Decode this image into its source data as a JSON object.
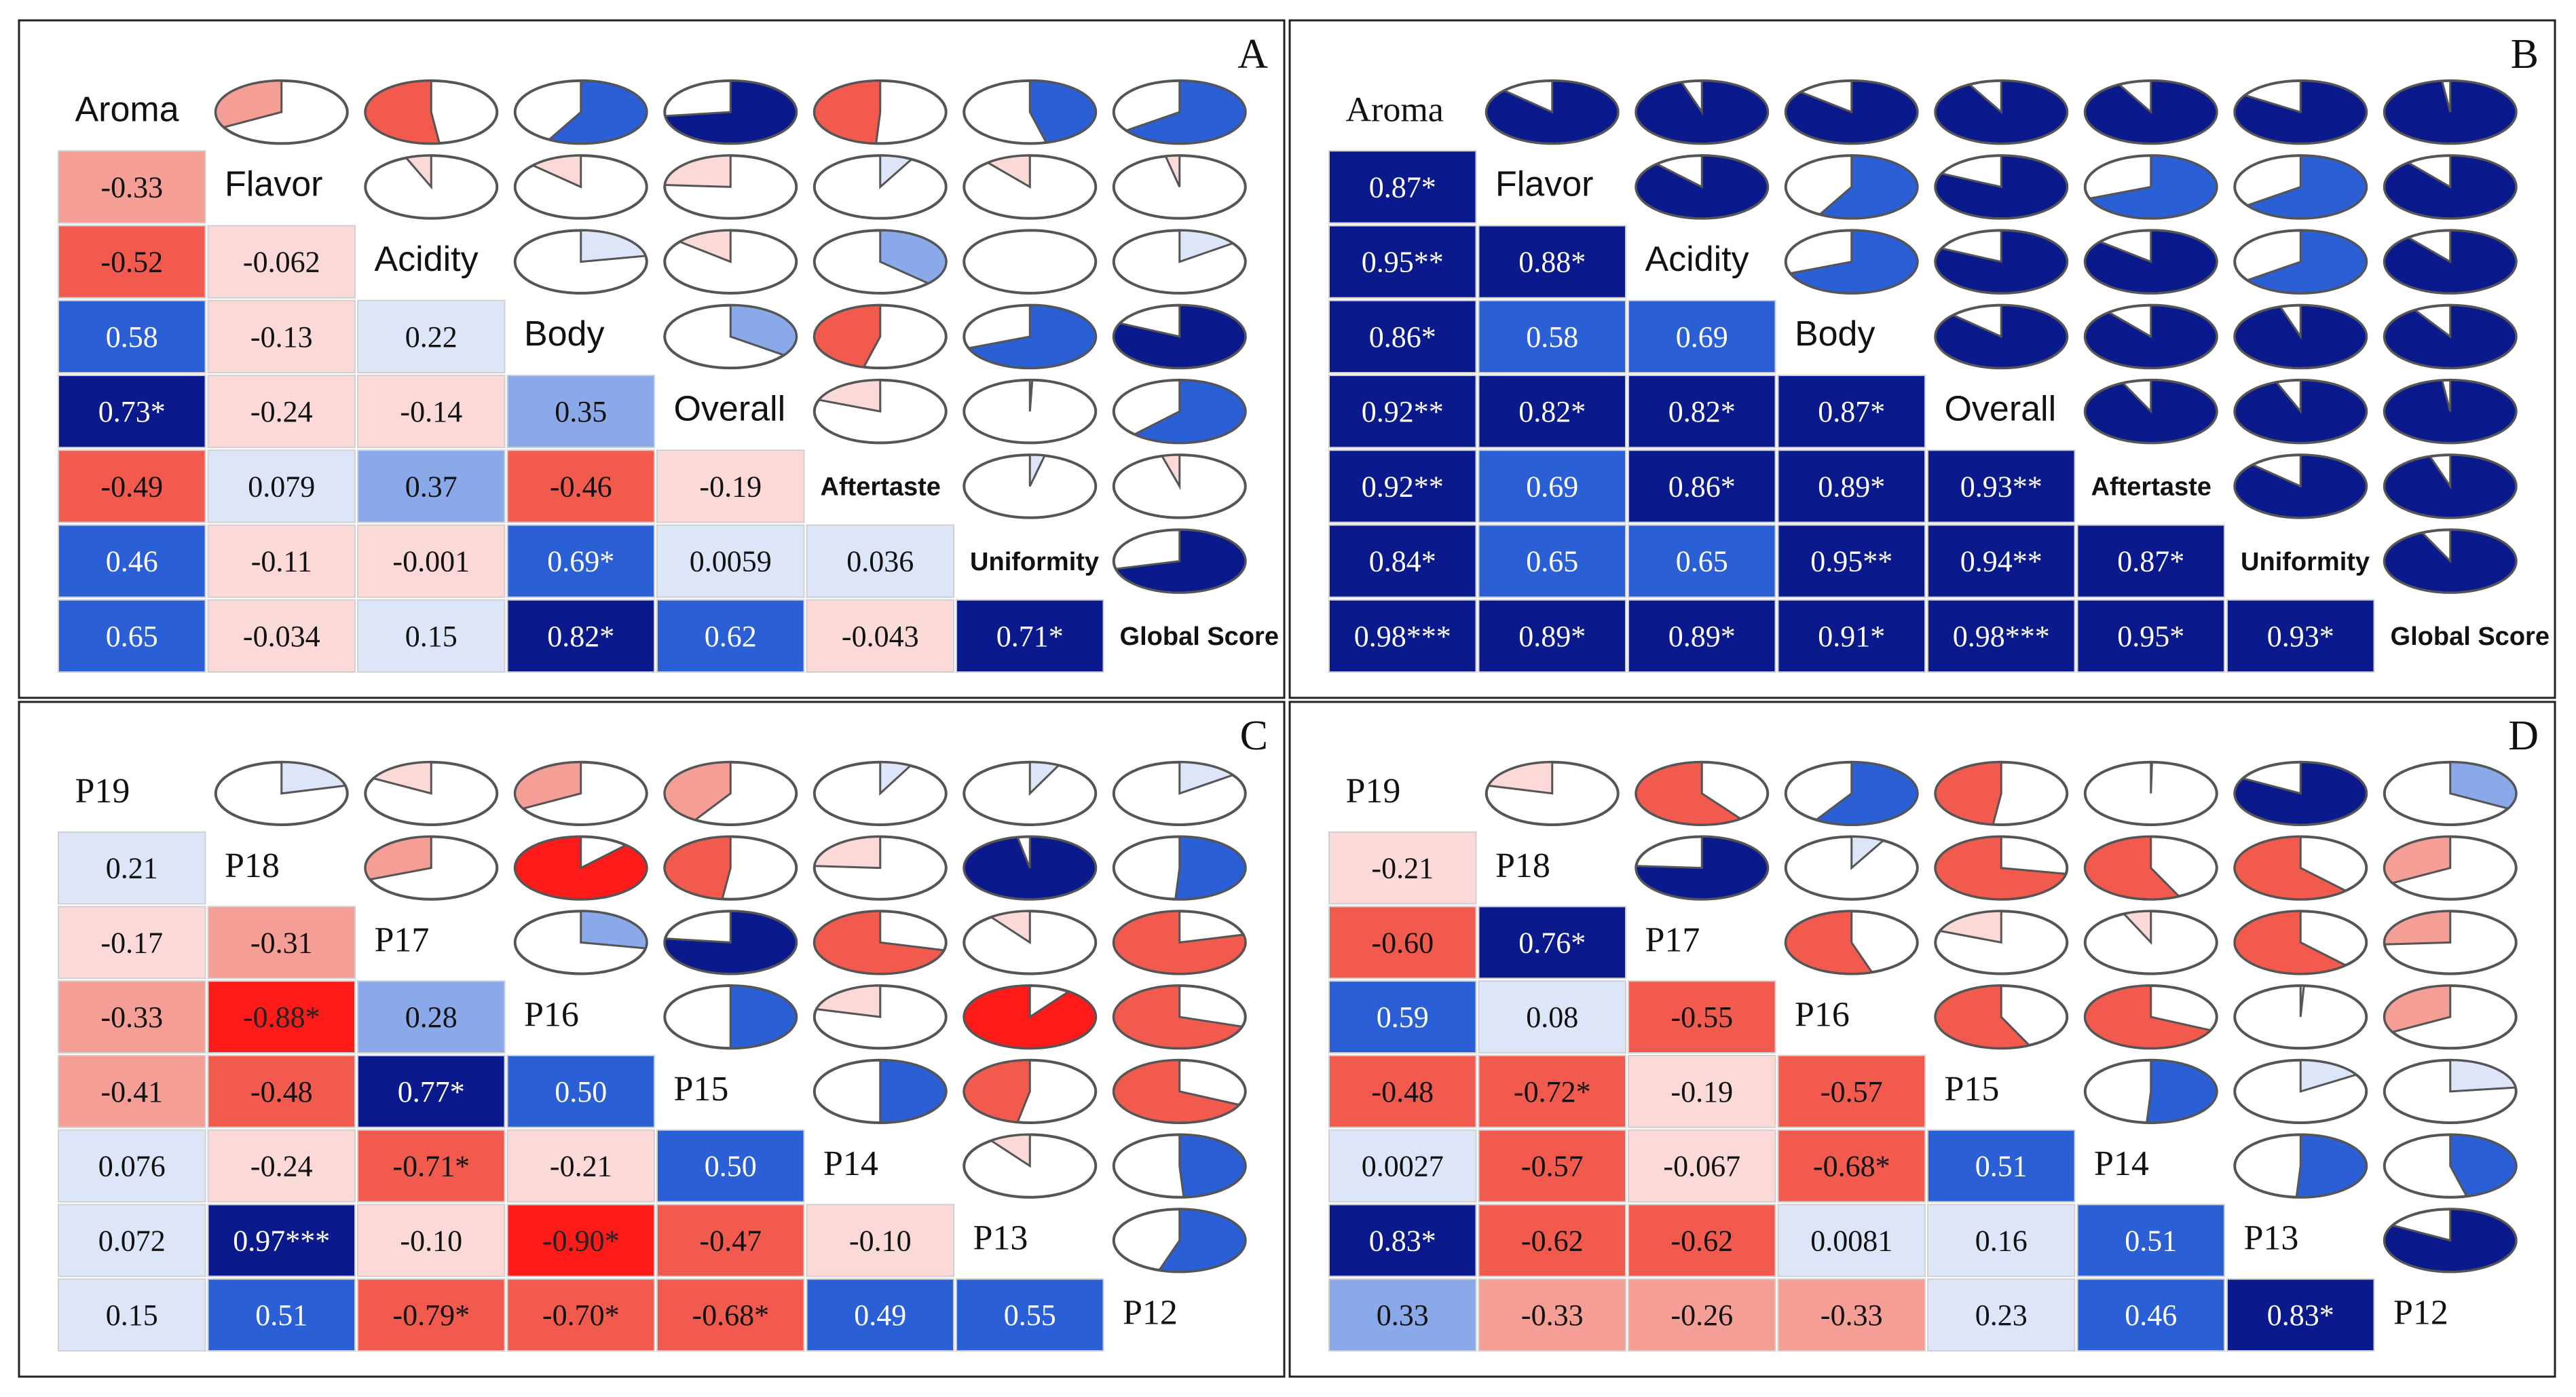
{
  "chart_data": [
    {
      "panel_label": "A",
      "type": "heatmap",
      "variables": [
        "Aroma",
        "Flavor",
        "Acidity",
        "Body",
        "Overall",
        "Aftertaste",
        "Uniformity",
        "Global Score"
      ],
      "lower": [
        [],
        [
          "-0.33"
        ],
        [
          "-0.52",
          "-0.062"
        ],
        [
          "0.58",
          "-0.13",
          "0.22"
        ],
        [
          "0.73*",
          "-0.24",
          "-0.14",
          "0.35"
        ],
        [
          "-0.49",
          "0.079",
          "0.37",
          "-0.46",
          "-0.19"
        ],
        [
          "0.46",
          "-0.11",
          "-0.001",
          "0.69*",
          "0.0059",
          "0.036"
        ],
        [
          "0.65",
          "-0.034",
          "0.15",
          "0.82*",
          "0.62",
          "-0.043",
          "0.71*"
        ]
      ]
    },
    {
      "panel_label": "B",
      "type": "heatmap",
      "variables": [
        "Aroma",
        "Flavor",
        "Acidity",
        "Body",
        "Overall",
        "Aftertaste",
        "Uniformity",
        "Global Score"
      ],
      "lower": [
        [],
        [
          "0.87*"
        ],
        [
          "0.95**",
          "0.88*"
        ],
        [
          "0.86*",
          "0.58",
          "0.69"
        ],
        [
          "0.92**",
          "0.82*",
          "0.82*",
          "0.87*"
        ],
        [
          "0.92**",
          "0.69",
          "0.86*",
          "0.89*",
          "0.93**"
        ],
        [
          "0.84*",
          "0.65",
          "0.65",
          "0.95**",
          "0.94**",
          "0.87*"
        ],
        [
          "0.98***",
          "0.89*",
          "0.89*",
          "0.91*",
          "0.98***",
          "0.95*",
          "0.93*"
        ]
      ]
    },
    {
      "panel_label": "C",
      "type": "heatmap",
      "variables": [
        "P19",
        "P18",
        "P17",
        "P16",
        "P15",
        "P14",
        "P13",
        "P12"
      ],
      "lower": [
        [],
        [
          "0.21"
        ],
        [
          "-0.17",
          "-0.31"
        ],
        [
          "-0.33",
          "-0.88*",
          "0.28"
        ],
        [
          "-0.41",
          "-0.48",
          "0.77*",
          "0.50"
        ],
        [
          "0.076",
          "-0.24",
          "-0.71*",
          "-0.21",
          "0.50"
        ],
        [
          "0.072",
          "0.97***",
          "-0.10",
          "-0.90*",
          "-0.47",
          "-0.10"
        ],
        [
          "0.15",
          "0.51",
          "-0.79*",
          "-0.70*",
          "-0.68*",
          "0.49",
          "0.55"
        ]
      ]
    },
    {
      "panel_label": "D",
      "type": "heatmap",
      "variables": [
        "P19",
        "P18",
        "P17",
        "P16",
        "P15",
        "P14",
        "P13",
        "P12"
      ],
      "lower": [
        [],
        [
          "-0.21"
        ],
        [
          "-0.60",
          "0.76*"
        ],
        [
          "0.59",
          "0.08",
          "-0.55"
        ],
        [
          "-0.48",
          "-0.72*",
          "-0.19",
          "-0.57"
        ],
        [
          "0.0027",
          "-0.57",
          "-0.067",
          "-0.68*",
          "0.51"
        ],
        [
          "0.83*",
          "-0.62",
          "-0.62",
          "0.0081",
          "0.16"
        ],
        [
          "0.33",
          "-0.33",
          "-0.26",
          "-0.33",
          "0.23",
          "0.46",
          "0.83*"
        ]
      ],
      "lower_row6_extra": [
        "0.51"
      ]
    }
  ],
  "colors": {
    "strong_negative": "#ff1a1a",
    "negative": "#f25a4e",
    "weak_negative": "#fbd9d6",
    "weak_positive": "#dde6f8",
    "positive": "#2a5fd6",
    "strong_positive": "#0a1a8c",
    "pie_outline": "#555555",
    "cell_border": "#d0d0d0",
    "panel_border": "#222222"
  }
}
